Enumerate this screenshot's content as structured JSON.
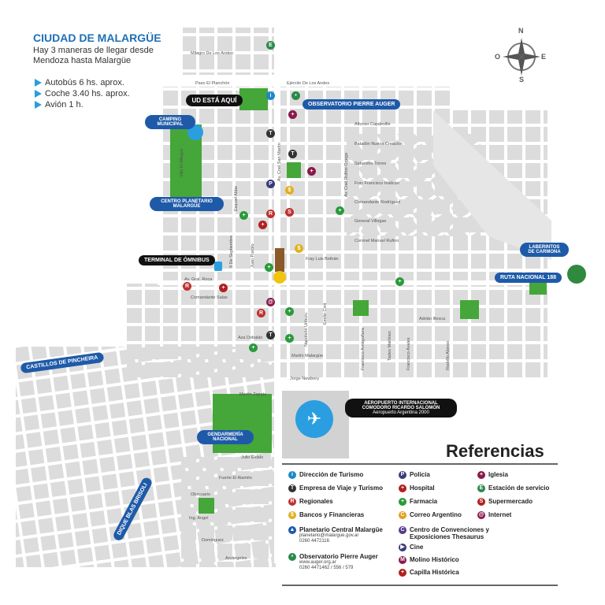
{
  "header": {
    "title": "CIUDAD DE MALARGÜE",
    "subtitle": "Hay 3 maneras de llegar desde Mendoza hasta Malargüe",
    "transport": [
      "Autobús 6 hs. aprox.",
      "Coche 3.40 hs. aprox.",
      "Avión 1 h."
    ]
  },
  "compass": {
    "n": "N",
    "s": "S",
    "e": "E",
    "o": "O"
  },
  "callouts": {
    "here": "UD ESTÁ AQUÍ",
    "observatorio": "OBSERVATORIO PIERRE AUGER",
    "camping": "CAMPING MUNICIPAL",
    "planetario": "CENTRO PLANETARIO MALARGÜE",
    "terminal": "TERMINAL DE ÓMNIBUS",
    "laberintos": "LABERINTOS DE CARMONA",
    "ruta": "RUTA NACIONAL 188",
    "castillos": "CASTILLOS DE PINCHEIRA",
    "aeropuerto": "AEROPUERTO INTERNACIONAL COMODORO RICARDO SALOMÓN",
    "aeropuerto_sub": "Aeropuerto Argentina 2000",
    "gendarmeria": "GENDARMERÍA NACIONAL",
    "dique": "DIQUE BLAS BRISOLI"
  },
  "streets": {
    "s1": "Milagro De Los Andes",
    "s2": "Paso El Planchón",
    "s3": "Ejército De Los Andes",
    "s4": "Alfonso Capdeville",
    "s5": "Batallón Nueva Creación",
    "s6": "Saturnino Torres",
    "s7": "Fray Francisco Inalicán",
    "s8": "Comandante Rodríguez",
    "s9": "General Villegas",
    "s10": "Coronel Manuel Rufino",
    "s11": "Fray Luis Beltrán",
    "s12": "Av. Gral. Roca",
    "s13": "Comandante Salas",
    "s14": "Adrián Illesca",
    "s15": "Aza Dobalán",
    "s16": "Martín Malargüe",
    "s17": "Jorge Newbery",
    "s18": "Martín Zapata",
    "s19": "Julio Eldalo",
    "s20": "Fuerte El Alamito",
    "s21": "Obscuario",
    "s22": "Ing. Angel",
    "s23": "Dominguez",
    "s24": "Arcángeles",
    "v1": "Av. Cnel San Martín",
    "v2": "Av. Cnel Rufino Ortega",
    "v3": "Villa El Milagro",
    "v4": "Esquiel Abbe",
    "v5": "9 De Septiembre",
    "v6": "Juan Pueblo",
    "v7": "Napoleón Uriburu",
    "v8": "Emilio Civit",
    "v9": "Francisco Arriagoñera",
    "v10": "Tadeo Martínez",
    "v11": "Francisco Avales",
    "v12": "Rodolfo Alonso"
  },
  "legend": {
    "title": "Referencias",
    "items": [
      {
        "label": "Dirección de Turismo",
        "icon": "info-icon",
        "color": "#1e88c8",
        "glyph": "i"
      },
      {
        "label": "Policía",
        "icon": "police-icon",
        "color": "#3a3a7a",
        "glyph": "P"
      },
      {
        "label": "Iglesia",
        "icon": "church-icon",
        "color": "#8a1a4a",
        "glyph": "+"
      },
      {
        "label": "Empresa de Viaje y Turismo",
        "icon": "travel-icon",
        "color": "#333333",
        "glyph": "T"
      },
      {
        "label": "Hospital",
        "icon": "hospital-icon",
        "color": "#b02020",
        "glyph": "+"
      },
      {
        "label": "Estación de servicio",
        "icon": "gas-station-icon",
        "color": "#2a8a4a",
        "glyph": "E"
      },
      {
        "label": "Regionales",
        "icon": "regionales-icon",
        "color": "#c03030",
        "glyph": "R"
      },
      {
        "label": "Farmacia",
        "icon": "pharmacy-icon",
        "color": "#2a9a3a",
        "glyph": "+"
      },
      {
        "label": "Supermercado",
        "icon": "supermarket-icon",
        "color": "#b02020",
        "glyph": "S"
      },
      {
        "label": "Bancos y Financieras",
        "icon": "bank-icon",
        "color": "#e0b020",
        "glyph": "$"
      },
      {
        "label": "Correo Argentino",
        "icon": "post-icon",
        "color": "#e0a020",
        "glyph": "C"
      },
      {
        "label": "Internet",
        "icon": "internet-icon",
        "color": "#8a1a4a",
        "glyph": "@"
      }
    ],
    "planetario": {
      "label": "Planetario Central Malargüe",
      "sub1": "planetario@malargue.gov.ar",
      "sub2": "0260 4472116"
    },
    "observatorio": {
      "label": "Observatorio Pierre Auger",
      "sub1": "www.auger.org.ar",
      "sub2": "0260 4471462 / 556 / 579"
    },
    "convenciones": "Centro de Convenciones y Exposiciones Thesaurus",
    "cine": "Cine",
    "molino": "Molino Histórico",
    "capilla": "Capilla Histórica"
  }
}
